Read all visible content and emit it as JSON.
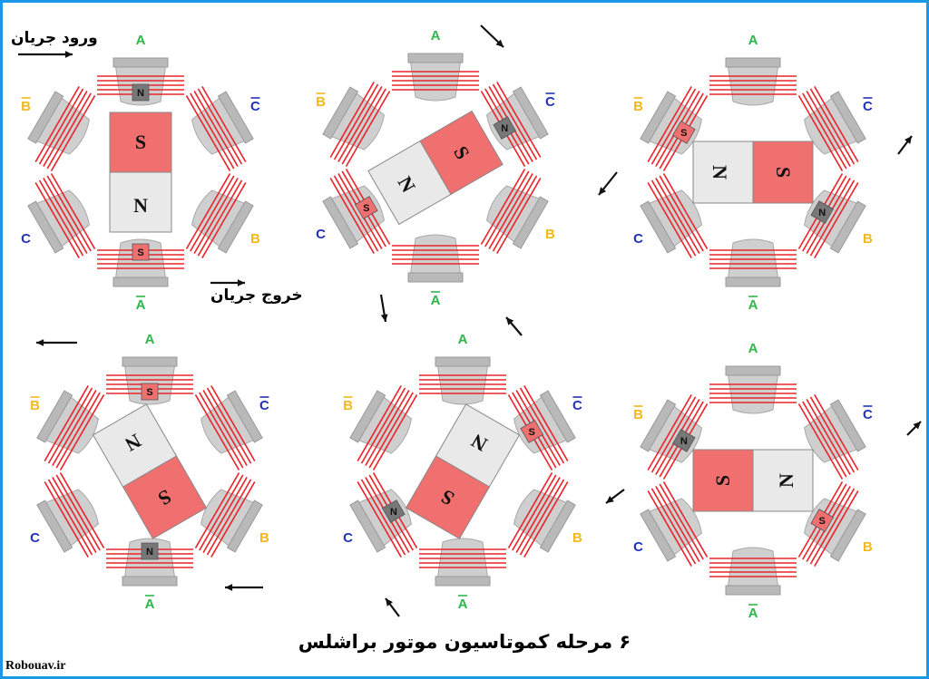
{
  "labels": {
    "current_in": "ورود جریان",
    "current_out": "خروج جریان",
    "caption": "۶ مرحله کموتاسیون موتور براشلس",
    "credit": "Robouav.ir"
  },
  "phase_names": {
    "A": "A",
    "B": "B",
    "C": "C",
    "A_bar": "A",
    "B_bar": "B",
    "C_bar": "C"
  },
  "colors": {
    "A": "#2db84a",
    "B": "#f2b81c",
    "C": "#2233bb",
    "coil": "#e8262c",
    "stator": "#cfcfcf",
    "south": "#f07070",
    "north": "#e9e9e9",
    "pole_tag_dark": "#777777",
    "border": "#1a97e6"
  },
  "steps": [
    {
      "step": 1,
      "rotor_angle_deg": 0,
      "south_tag_pole": "A_bar",
      "north_tag_pole": "A"
    },
    {
      "step": 2,
      "rotor_angle_deg": 60,
      "south_tag_pole": "C",
      "north_tag_pole": "C_bar"
    },
    {
      "step": 3,
      "rotor_angle_deg": 90,
      "south_tag_pole": "B_bar",
      "north_tag_pole": "B"
    },
    {
      "step": 4,
      "rotor_angle_deg": 150,
      "south_tag_pole": "A",
      "north_tag_pole": "A_bar"
    },
    {
      "step": 5,
      "rotor_angle_deg": 210,
      "south_tag_pole": "C_bar",
      "north_tag_pole": "C"
    },
    {
      "step": 6,
      "rotor_angle_deg": 270,
      "south_tag_pole": "B",
      "north_tag_pole": "B_bar"
    }
  ],
  "rotor_letters": {
    "south": "S",
    "north": "N"
  }
}
